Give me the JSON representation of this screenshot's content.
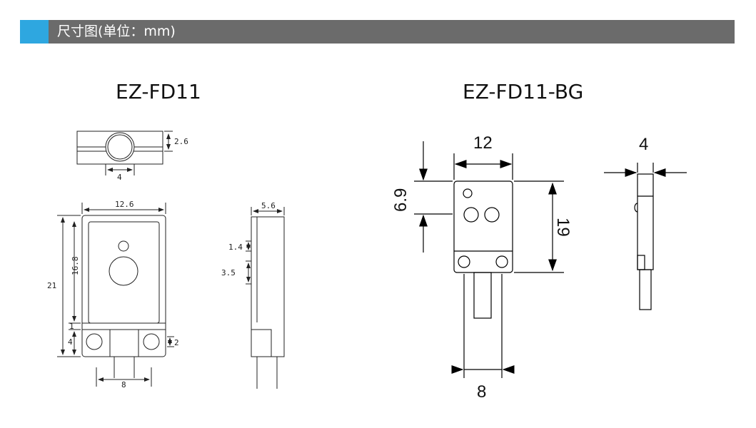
{
  "header": {
    "title": "尺寸图(单位：mm)",
    "accent_color": "#2ea7e0",
    "bar_color": "#6b6b6b"
  },
  "left": {
    "model": "EZ-FD11",
    "top_view": {
      "height_dim": "2.6",
      "hole_dim": "4"
    },
    "front_view": {
      "width_dim": "12.6",
      "total_height_dim": "21",
      "upper_height_dim": "16.8",
      "gap_dim": "1",
      "lower_height_dim": "4",
      "mount_hole_dim": "2",
      "pin_span_dim": "8"
    },
    "side_view": {
      "depth_dim": "5.6",
      "small_dim": "1.4",
      "lens_dim": "3.5"
    }
  },
  "right": {
    "model": "EZ-FD11-BG",
    "front_view": {
      "width_dim": "12",
      "offset_dim": "6.9",
      "height_dim": "19",
      "pin_span_dim": "8"
    },
    "side_view": {
      "depth_dim": "4"
    }
  }
}
